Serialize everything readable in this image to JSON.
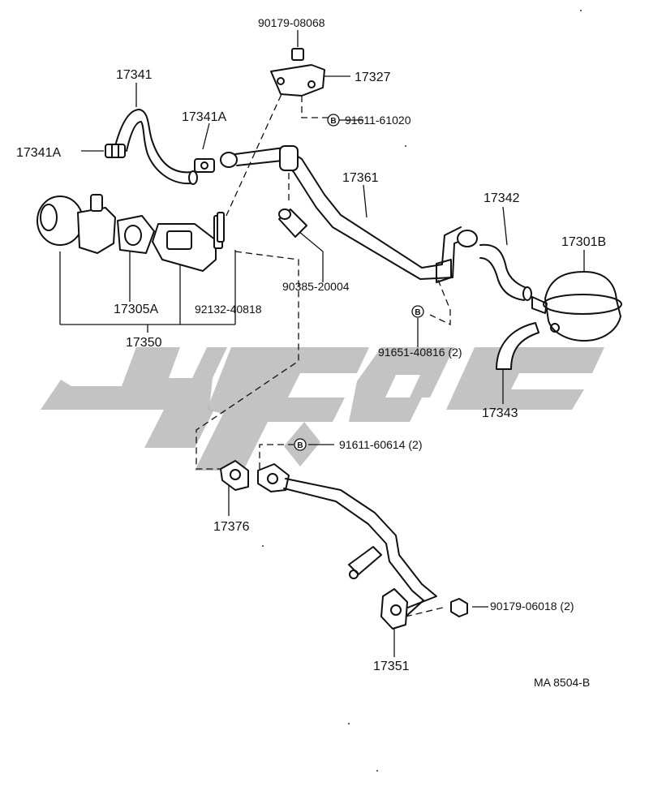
{
  "diagram": {
    "part_labels": {
      "p90179_08068": "90179-08068",
      "p17341": "17341",
      "p17327": "17327",
      "p17341A_top": "17341A",
      "p91611_61020": "91611-61020",
      "p17341A_left": "17341A",
      "p17361": "17361",
      "p17342": "17342",
      "p17301B": "17301B",
      "p90385_20004": "90385-20004",
      "p17305A": "17305A",
      "p92132_40818": "92132-40818",
      "p17350": "17350",
      "p91651_40816": "91651-40816 (2)",
      "p17343": "17343",
      "p91611_60614": "91611-60614 (2)",
      "p17376": "17376",
      "p90179_06018": "90179-06018 (2)",
      "p17351": "17351"
    },
    "bolt_marker": "B",
    "drawing_code": "MA  8504-B"
  },
  "watermark": {
    "color": "#b8b8b8"
  }
}
